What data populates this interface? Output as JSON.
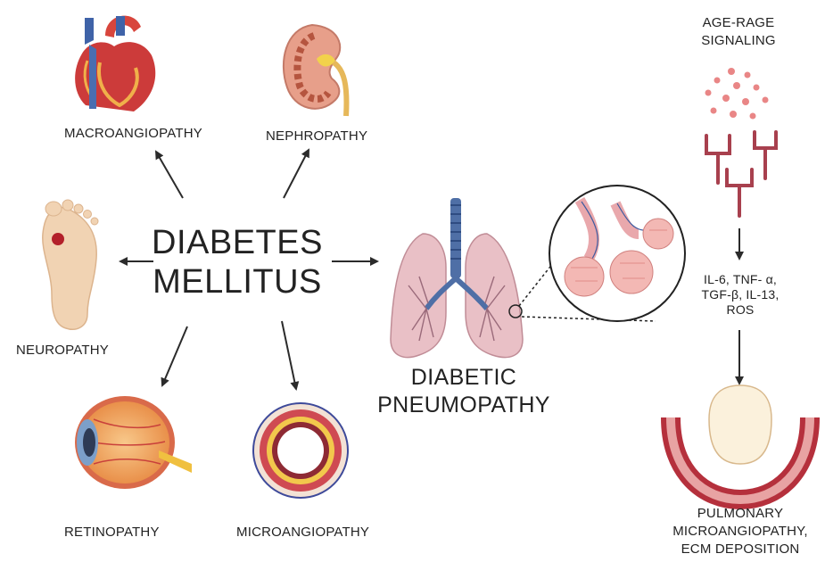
{
  "center": {
    "line1": "DIABETES",
    "line2": "MELLITUS"
  },
  "complications": {
    "macroangiopathy": "MACROANGIOPATHY",
    "nephropathy": "NEPHROPATHY",
    "neuropathy": "NEUROPATHY",
    "retinopathy": "RETINOPATHY",
    "microangiopathy": "MICROANGIOPATHY"
  },
  "pneumopathy": {
    "line1": "DIABETIC",
    "line2": "PNEUMOPATHY"
  },
  "signaling": {
    "line1": "AGE-RAGE",
    "line2": "SIGNALING"
  },
  "cytokines": {
    "line1": "IL-6, TNF- α,",
    "line2": "TGF-β, IL-13,",
    "line3": "ROS"
  },
  "outcome": {
    "line1": "PULMONARY",
    "line2": "MICROANGIOPATHY,",
    "line3": "ECM DEPOSITION"
  },
  "colors": {
    "arrow": "#2b2b2b",
    "vessel_red": "#b5303c",
    "lung_pink": "#e6b7bf",
    "trachea_blue": "#4f6fa6",
    "receptor": "#a8404e"
  }
}
